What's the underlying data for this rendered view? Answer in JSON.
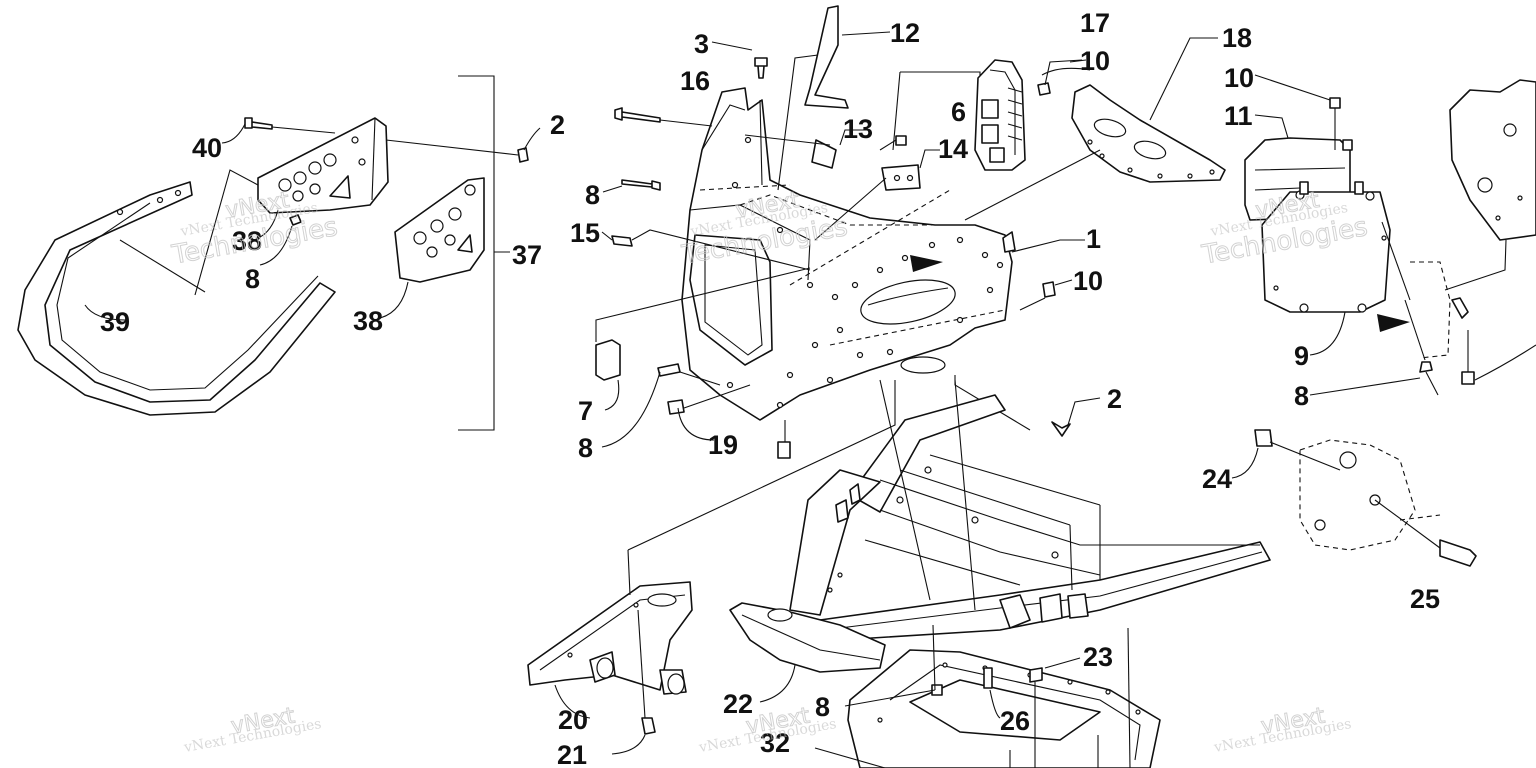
{
  "diagram": {
    "callouts": [
      {
        "id": "c1",
        "text": "1"
      },
      {
        "id": "c2a",
        "text": "2"
      },
      {
        "id": "c2b",
        "text": "2"
      },
      {
        "id": "c3",
        "text": "3"
      },
      {
        "id": "c6",
        "text": "6"
      },
      {
        "id": "c7",
        "text": "7"
      },
      {
        "id": "c8a",
        "text": "8"
      },
      {
        "id": "c8b",
        "text": "8"
      },
      {
        "id": "c8c",
        "text": "8"
      },
      {
        "id": "c8d",
        "text": "8"
      },
      {
        "id": "c8e",
        "text": "8"
      },
      {
        "id": "c9",
        "text": "9"
      },
      {
        "id": "c10a",
        "text": "10"
      },
      {
        "id": "c10b",
        "text": "10"
      },
      {
        "id": "c10c",
        "text": "10"
      },
      {
        "id": "c11",
        "text": "11"
      },
      {
        "id": "c12",
        "text": "12"
      },
      {
        "id": "c13",
        "text": "13"
      },
      {
        "id": "c14",
        "text": "14"
      },
      {
        "id": "c15",
        "text": "15"
      },
      {
        "id": "c16",
        "text": "16"
      },
      {
        "id": "c17",
        "text": "17"
      },
      {
        "id": "c18",
        "text": "18"
      },
      {
        "id": "c19",
        "text": "19"
      },
      {
        "id": "c20",
        "text": "20"
      },
      {
        "id": "c21",
        "text": "21"
      },
      {
        "id": "c22",
        "text": "22"
      },
      {
        "id": "c23",
        "text": "23"
      },
      {
        "id": "c24",
        "text": "24"
      },
      {
        "id": "c25",
        "text": "25"
      },
      {
        "id": "c26",
        "text": "26"
      },
      {
        "id": "c32",
        "text": "32"
      },
      {
        "id": "c37",
        "text": "37"
      },
      {
        "id": "c38a",
        "text": "38"
      },
      {
        "id": "c38b",
        "text": "38"
      },
      {
        "id": "c39",
        "text": "39"
      },
      {
        "id": "c40",
        "text": "40"
      }
    ],
    "watermark": {
      "small": "vNext Technologies",
      "large": "Technologies",
      "brand": "vNext"
    }
  }
}
